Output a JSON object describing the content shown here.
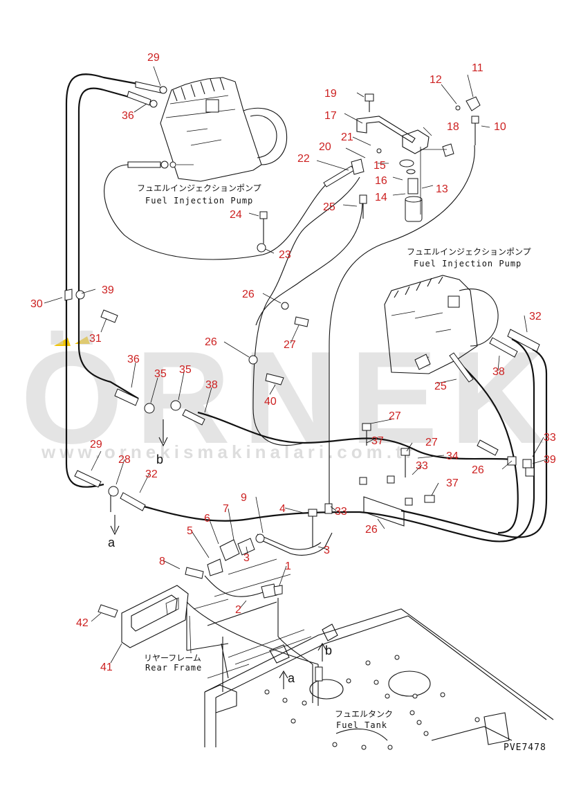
{
  "watermark": {
    "brand": "ÖRNEK",
    "url": "www.ornekismakinalari.com.tr",
    "accent_color": "#f3c400"
  },
  "labels": {
    "fuel_injection_pump_jp": "フュエルインジェクションポンプ",
    "fuel_injection_pump_en": "Fuel Injection Pump",
    "rear_frame_jp": "リヤーフレーム",
    "rear_frame_en": "Rear Frame",
    "fuel_tank_jp": "フュエルタンク",
    "fuel_tank_en": "Fuel Tank",
    "drawing_code": "PVE7478"
  },
  "callouts": [
    "29",
    "36",
    "11",
    "12",
    "19",
    "10",
    "17",
    "18",
    "21",
    "20",
    "15",
    "22",
    "16",
    "13",
    "14",
    "25",
    "24",
    "23",
    "39",
    "30",
    "26",
    "27",
    "31",
    "26",
    "36",
    "35",
    "35",
    "38",
    "40",
    "32",
    "25",
    "38",
    "27",
    "37",
    "27",
    "29",
    "28",
    "33",
    "34",
    "32",
    "9",
    "7",
    "4",
    "33",
    "37",
    "26",
    "26",
    "6",
    "5",
    "3",
    "3",
    "8",
    "1",
    "2",
    "42",
    "41",
    "33",
    "39"
  ],
  "arrow_letters": [
    "a",
    "b",
    "a",
    "b"
  ],
  "colors": {
    "callout": "#cc1f1f",
    "line": "#111111",
    "watermark": "#cfcfcf"
  }
}
